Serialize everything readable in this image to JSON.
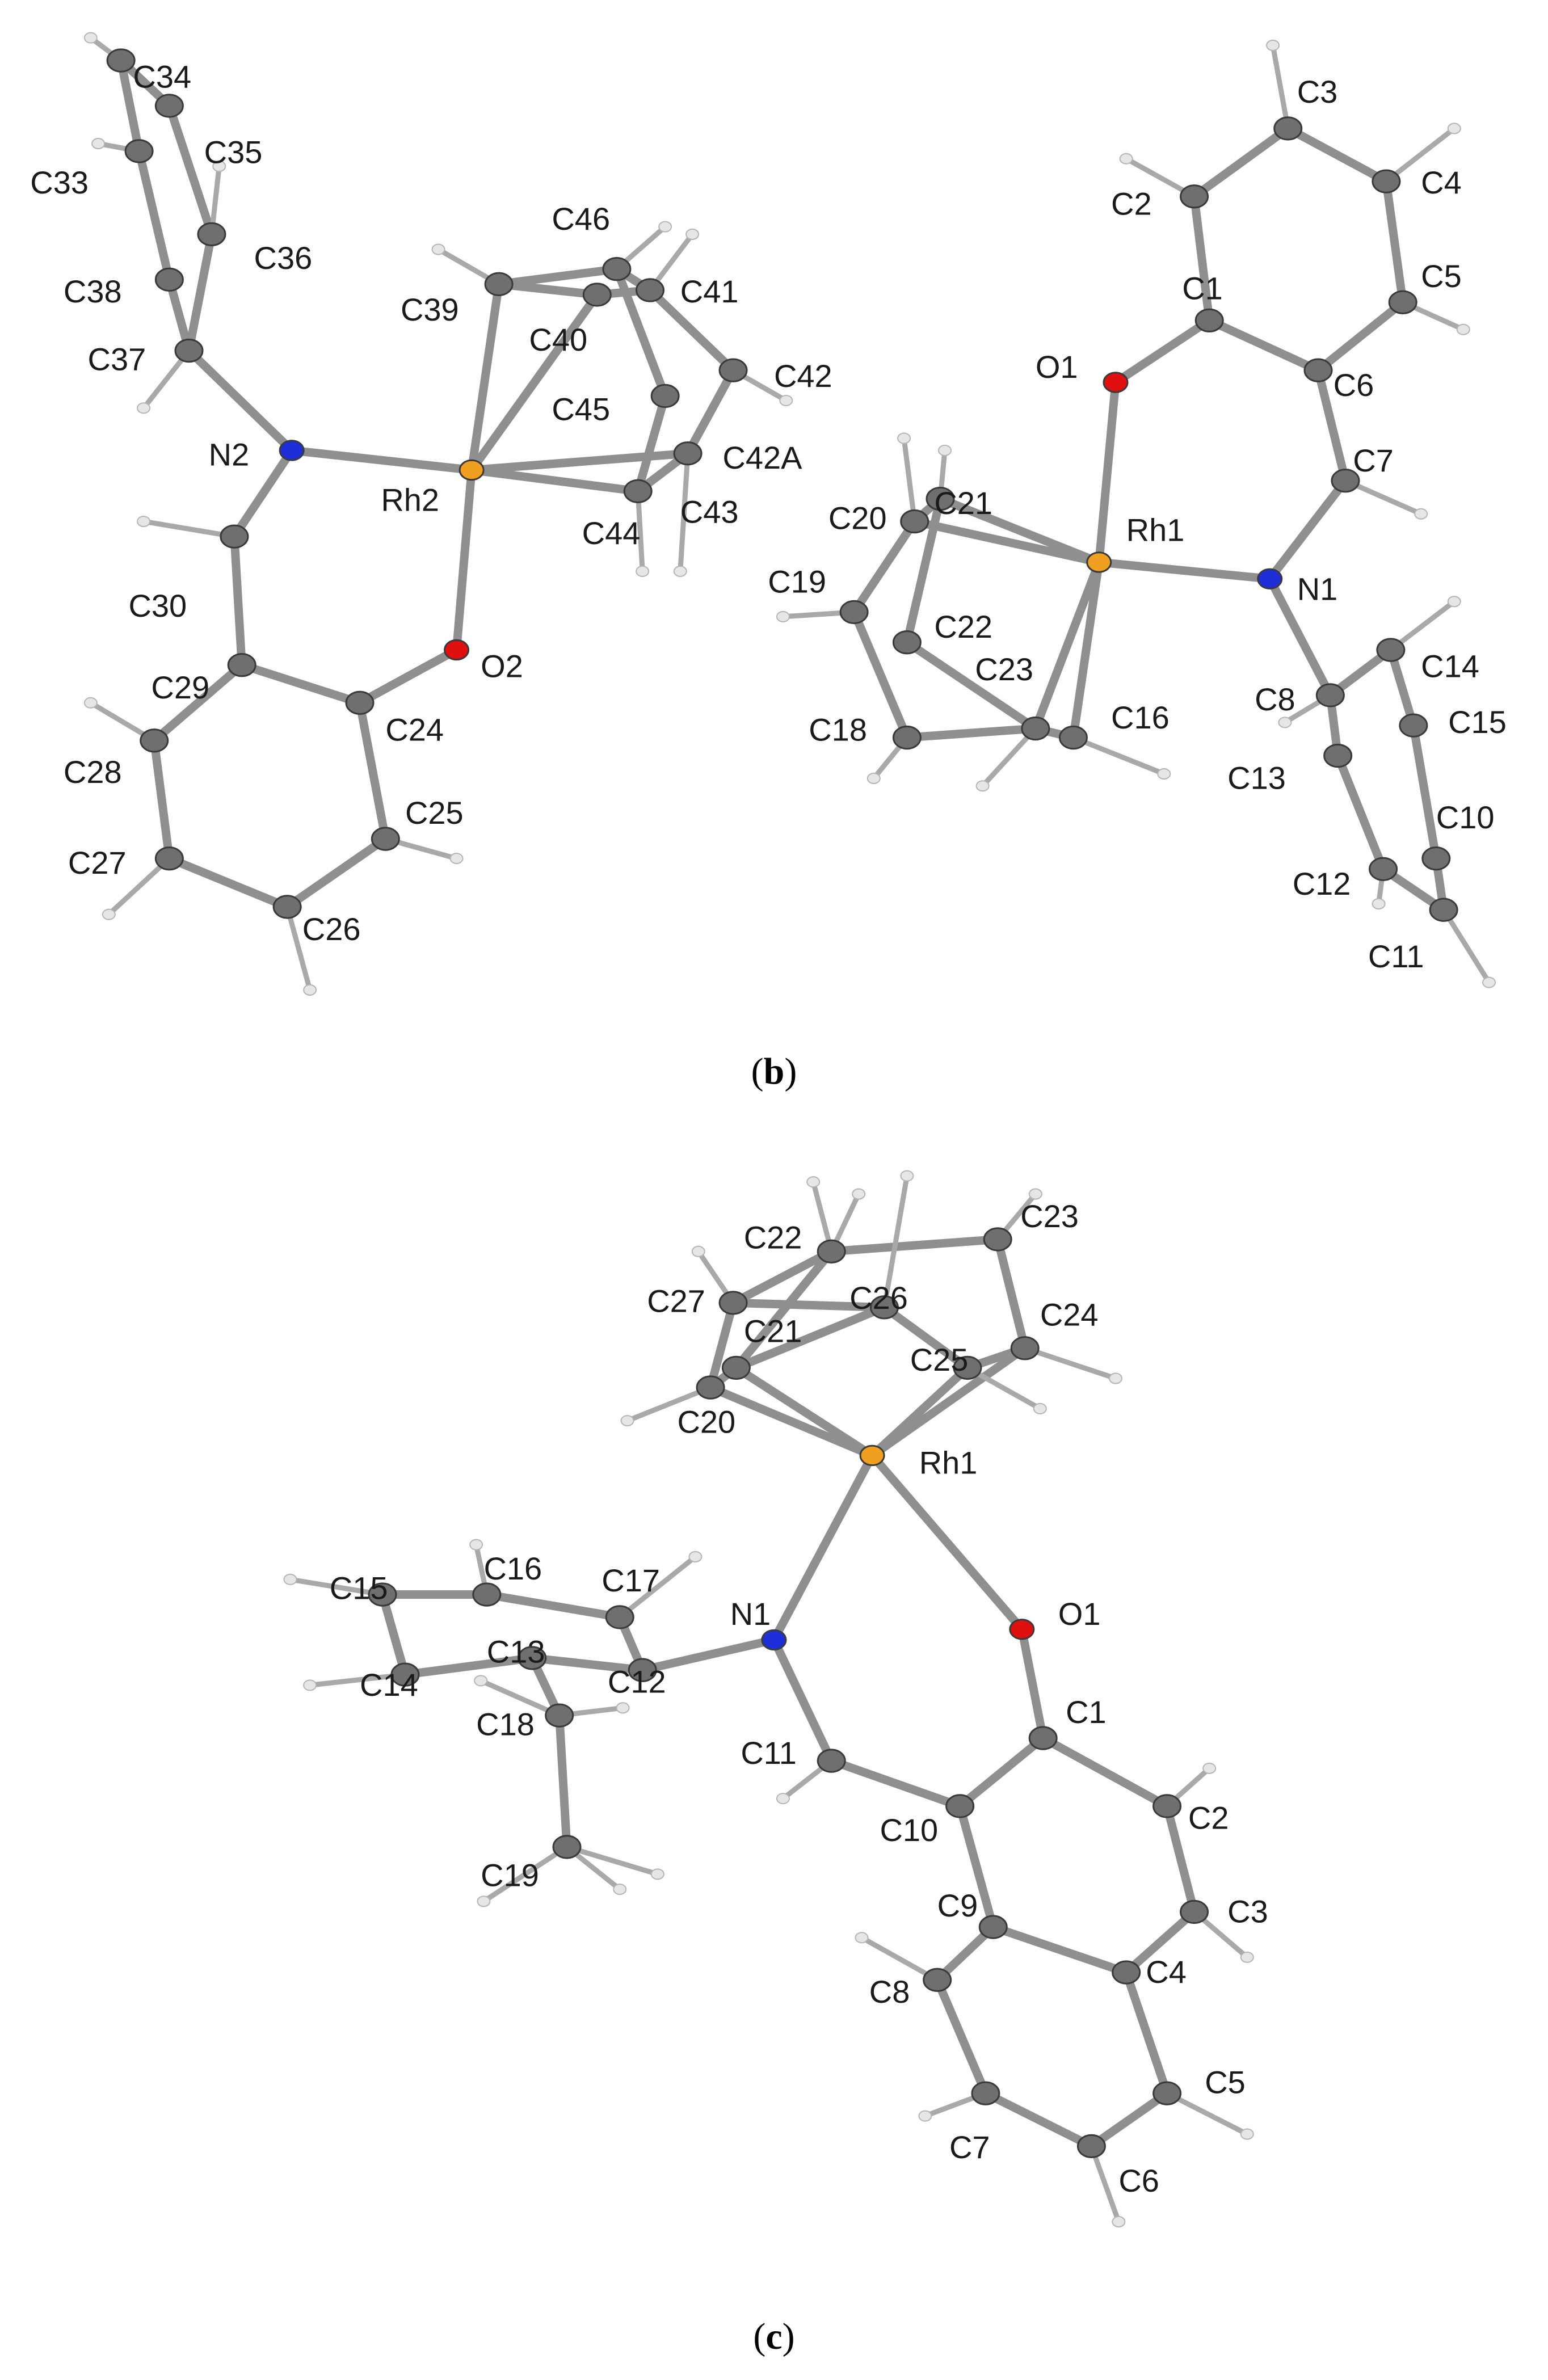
{
  "captions": {
    "b": {
      "open": "(",
      "letter": "b",
      "close": ")"
    },
    "c": {
      "open": "(",
      "letter": "c",
      "close": ")"
    }
  },
  "element_colors": {
    "C": "#6f6f6f",
    "H": "#e6e6e6",
    "N": "#1f2fd8",
    "O": "#e01010",
    "Rh": "#f0a020"
  },
  "panel_b_labels": [
    "C34",
    "C35",
    "C33",
    "C36",
    "C38",
    "C37",
    "N2",
    "Rh2",
    "C30",
    "C29",
    "C28",
    "C27",
    "C26",
    "C25",
    "C24",
    "O2",
    "C46",
    "C39",
    "C40",
    "C41",
    "C42",
    "C45",
    "C42A",
    "C43",
    "C44",
    "C3",
    "C2",
    "C4",
    "C1",
    "C5",
    "O1",
    "C6",
    "C7",
    "C21",
    "C20",
    "Rh1",
    "N1",
    "C19",
    "C22",
    "C14",
    "C23",
    "C8",
    "C15",
    "C18",
    "C16",
    "C13",
    "C10",
    "C12",
    "C11"
  ],
  "panel_c_labels": [
    "C22",
    "C23",
    "C27",
    "C26",
    "C24",
    "C21",
    "C25",
    "C20",
    "Rh1",
    "C16",
    "C15",
    "C17",
    "N1",
    "O1",
    "C13",
    "C12",
    "C14",
    "C18",
    "C1",
    "C11",
    "C10",
    "C2",
    "C19",
    "C3",
    "C9",
    "C4",
    "C8",
    "C5",
    "C7",
    "C6"
  ]
}
